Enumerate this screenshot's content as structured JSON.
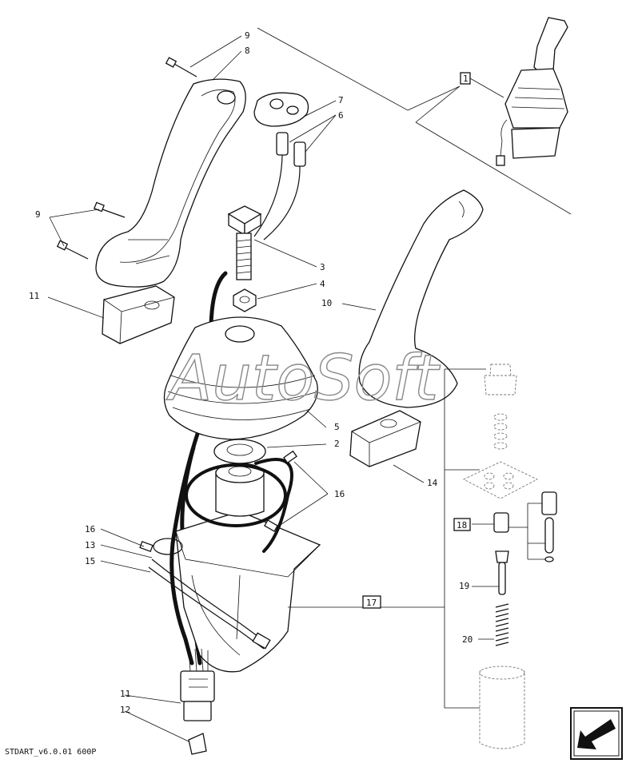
{
  "watermark": "AutoSoft",
  "footer_code": "STDART_v6.0.01 600P",
  "callouts": {
    "c1": "1",
    "c2": "2",
    "c3": "3",
    "c4": "4",
    "c5": "5",
    "c6": "6",
    "c7": "7",
    "c8": "8",
    "c9_top": "9",
    "c9_left": "9",
    "c10": "10",
    "c11_pad": "11",
    "c11_conn": "11",
    "c12": "12",
    "c13": "13",
    "c14": "14",
    "c15": "15",
    "c16_left": "16",
    "c16_right": "16",
    "c17": "17",
    "c18": "18",
    "c19": "19",
    "c20": "20"
  },
  "nav_icon": "arrow-down-left-icon"
}
